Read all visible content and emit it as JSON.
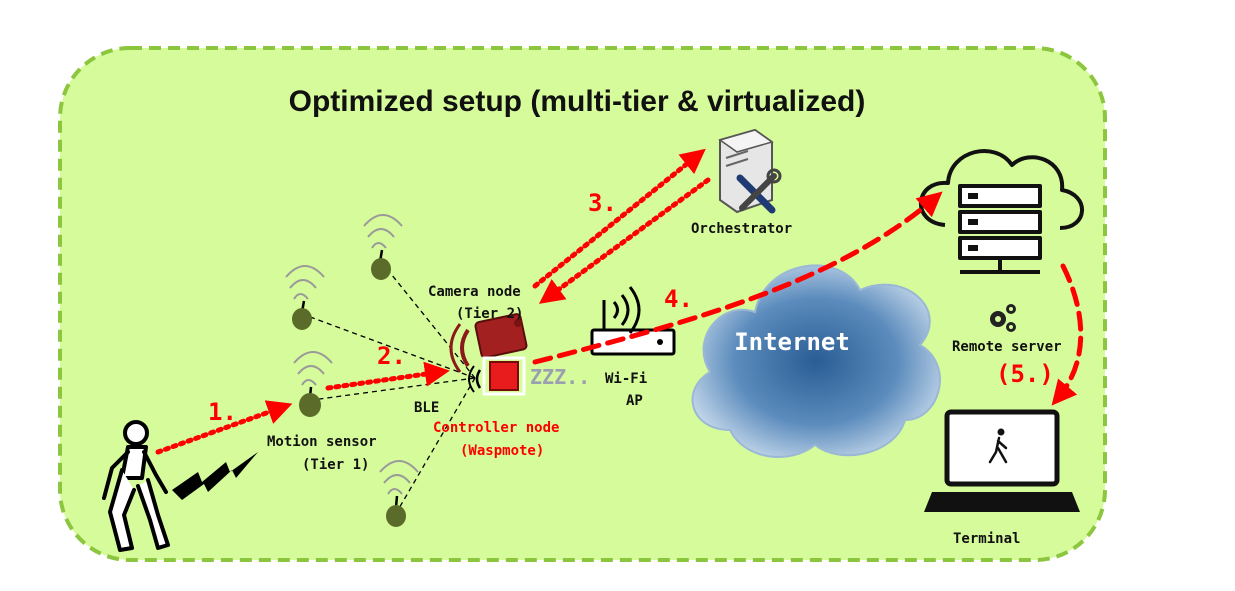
{
  "title": "Optimized setup (multi-tier & virtualized)",
  "nodes": {
    "motion_sensor": "Motion sensor",
    "motion_sensor_tier": "(Tier 1)",
    "camera_node": "Camera node",
    "camera_node_tier": "(Tier 2)",
    "controller_node": "Controller node",
    "controller_node_sub": "(Waspmote)",
    "ble": "BLE",
    "sleep": "ZZZ..",
    "wifi_ap_line1": "Wi-Fi",
    "wifi_ap_line2": "AP",
    "internet": "Internet",
    "orchestrator": "Orchestrator",
    "remote_server": "Remote server",
    "terminal": "Terminal"
  },
  "steps": [
    "1.",
    "2.",
    "3.",
    "4.",
    "(5.)"
  ],
  "colors": {
    "background": "#d6fb9a",
    "border": "#8cc63f",
    "arrow": "#ff0000",
    "step_text": "#ff0000",
    "controller_text": "#ff0000",
    "cloud": "#4b79a8"
  },
  "icons": [
    "person-walking-icon",
    "motion-signal-icon",
    "sensor-node-icon",
    "camera-icon",
    "controller-icon",
    "router-icon",
    "cloud-icon",
    "server-icon",
    "orchestrator-icon",
    "gears-icon",
    "laptop-icon"
  ]
}
